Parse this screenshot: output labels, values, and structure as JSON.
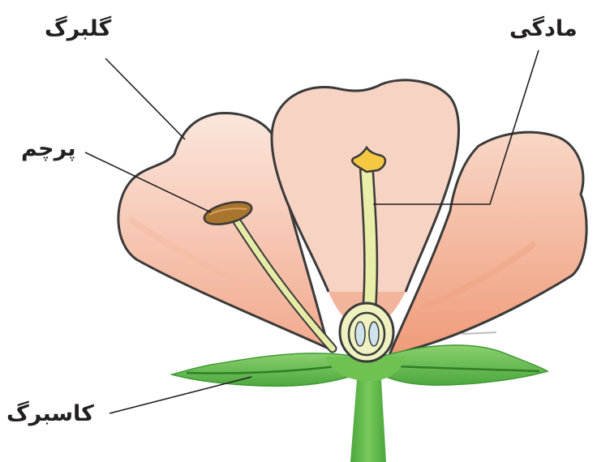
{
  "labels": {
    "petal": "گلبرگ",
    "stamen": "پرچم",
    "pistil": "مادگی",
    "sepal": "کاسبرگ"
  },
  "colors": {
    "petal_fill": "#f6cbb7",
    "petal_fill_dark": "#f0a98a",
    "outline": "#3a3a3a",
    "sepal": "#5cb84a",
    "sepal_dark": "#3f9a34",
    "stalk": "#e2e8a8",
    "anther": "#a8742e",
    "stigma": "#f5c842",
    "label_text": "#231f20"
  }
}
